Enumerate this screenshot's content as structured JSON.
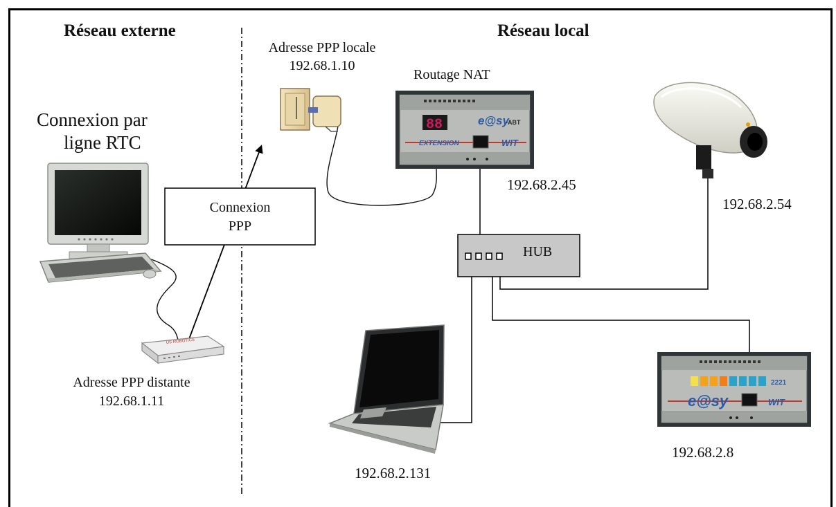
{
  "zones": {
    "external_title": "Réseau externe",
    "local_title": "Réseau local"
  },
  "labels": {
    "ppp_local_line1": "Adresse PPP locale",
    "ppp_local_ip": "192.68.1.10",
    "nat_title": "Routage NAT",
    "nat_ip": "192.68.2.45",
    "camera_ip": "192.68.2.54",
    "connexion_line1": "Connexion par",
    "connexion_line2": "ligne RTC",
    "ppp_box_line1": "Connexion",
    "ppp_box_line2": "PPP",
    "hub": "HUB",
    "ppp_remote_line1": "Adresse PPP distante",
    "ppp_remote_ip": "192.68.1.11",
    "laptop_ip": "192.68.2.131",
    "easy_ip": "192.68.2.8"
  },
  "device_text": {
    "nat_brand": "e@sy",
    "nat_brand_suffix": "-ABT",
    "nat_extension": "EXTENSION",
    "nat_wit": "WIT",
    "nat_digits": "88",
    "easy_brand": "e@sy",
    "easy_wit": "WIT",
    "easy_model": "2221",
    "modem_brand": "US ROBOTICS"
  }
}
